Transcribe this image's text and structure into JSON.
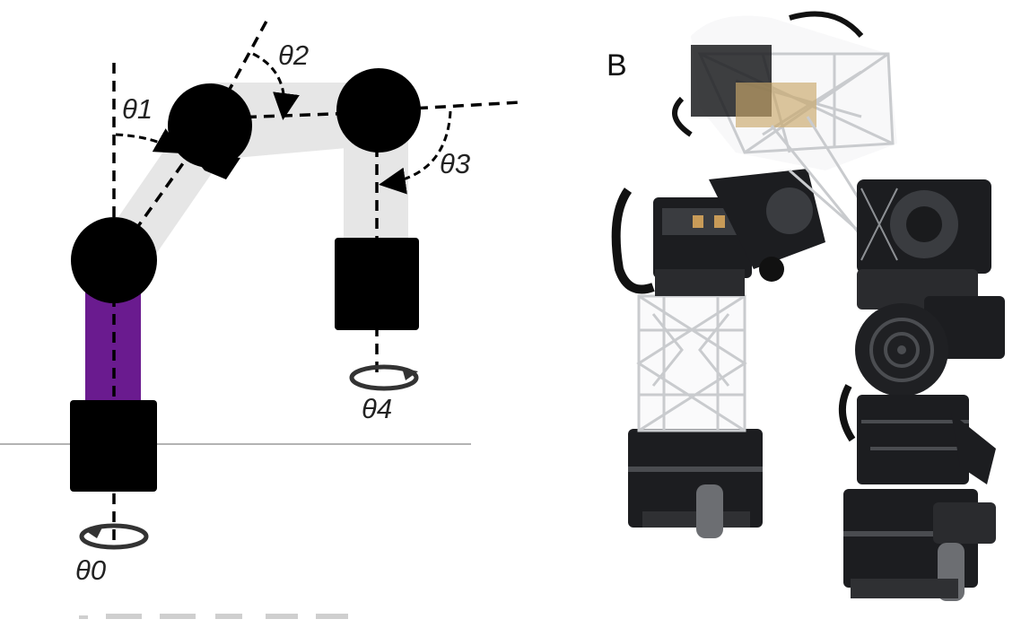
{
  "panel_label": "B",
  "joint_labels": [
    "θ0",
    "θ1",
    "θ2",
    "θ3",
    "θ4"
  ],
  "colors": {
    "joint": "#000000",
    "link": "#e6e6e6",
    "base_link": "#6a1b8f",
    "robot_body": "#1c1d20",
    "robot_frame": "#c9cbce"
  }
}
